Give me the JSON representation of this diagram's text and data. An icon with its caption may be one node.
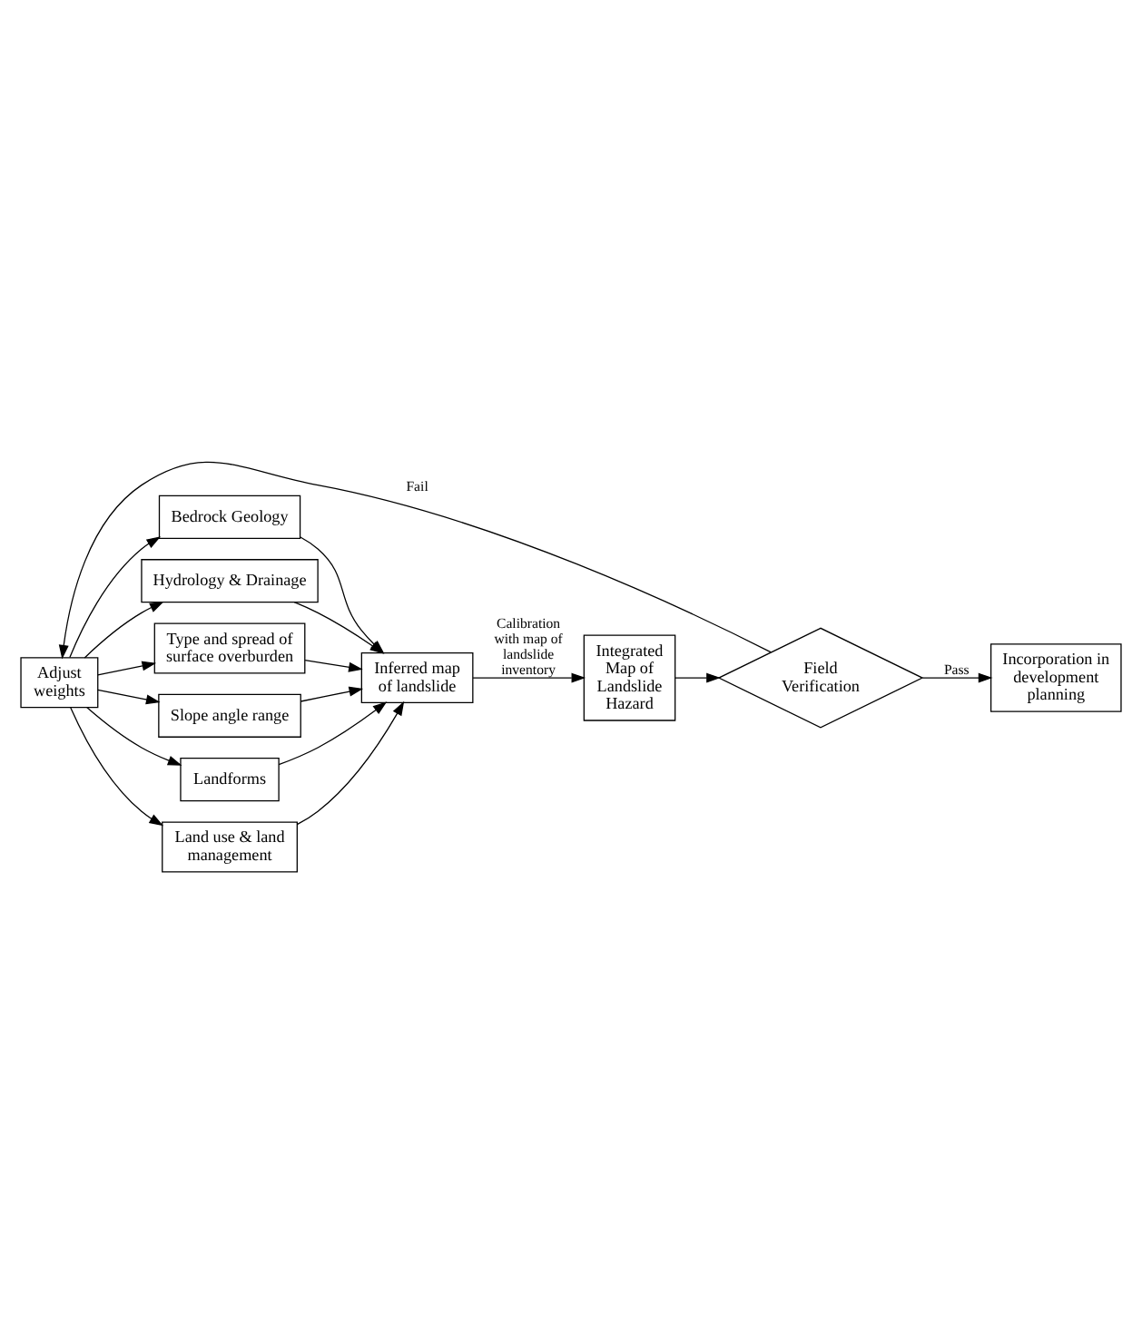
{
  "diagram": {
    "nodes": [
      {
        "text": [
          "Bedrock Geology"
        ]
      },
      {
        "text": [
          "Hydrology & Drainage"
        ]
      },
      {
        "text": [
          "Type and spread of surface overburden"
        ]
      },
      {
        "text": [
          "Slope angle range"
        ]
      },
      {
        "text": [
          "Landforms"
        ]
      },
      {
        "text": [
          "Land use & land management"
        ]
      },
      {
        "text": [
          "Inferred map of landslide"
        ]
      },
      {
        "text": [
          "Integrated Map of Landslide Hazard"
        ]
      },
      {
        "text": [
          "Field Verification"
        ]
      },
      {
        "text": [
          "Adjust weights"
        ]
      },
      {
        "text": [
          "Incorporation in development planning"
        ]
      }
    ],
    "edges": [
      {
        "from": 0,
        "to": 6,
        "arrow": "to"
      },
      {
        "from": 1,
        "to": 6,
        "arrow": "to"
      },
      {
        "from": 2,
        "to": 6,
        "arrow": "to"
      },
      {
        "from": 3,
        "to": 6,
        "arrow": "to"
      },
      {
        "from": 4,
        "to": 6,
        "arrow": "to"
      },
      {
        "from": 5,
        "to": 6,
        "arrow": "to"
      },
      {
        "from": 6,
        "to": 7,
        "arrow": "to",
        "label": "Calibration with map of landslide inventory"
      },
      {
        "from": 7,
        "to": 8,
        "arrow": "to"
      },
      {
        "from": 8,
        "to": 9,
        "arrow": "to",
        "label": "Fail"
      },
      {
        "from": 8,
        "to": 10,
        "arrow": "to",
        "label": "Pass"
      },
      {
        "from": 9,
        "to": 0,
        "arrow": "to"
      },
      {
        "from": 9,
        "to": 1,
        "arrow": "to"
      },
      {
        "from": 9,
        "to": 2,
        "arrow": "to"
      },
      {
        "from": 9,
        "to": 3,
        "arrow": "to"
      },
      {
        "from": 9,
        "to": 4,
        "arrow": "to"
      },
      {
        "from": 9,
        "to": 5,
        "arrow": "to"
      }
    ]
  }
}
